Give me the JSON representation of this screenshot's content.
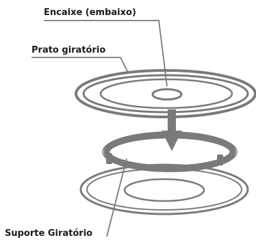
{
  "labels": {
    "encaixe": "Encaixe (embaixo)",
    "prato": "Prato giratório",
    "suporte": "Suporte Giratório"
  },
  "colors": {
    "line": "#7a7a7a",
    "text": "#1a1a1a",
    "background": "#ffffff"
  }
}
